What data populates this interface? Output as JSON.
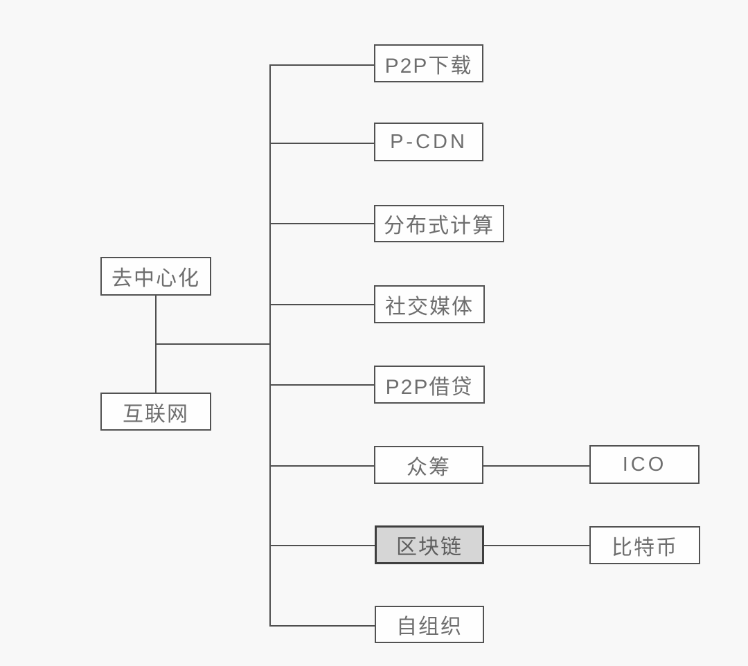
{
  "diagram": {
    "left_nodes": {
      "root": "去中心化",
      "secondary": "互联网"
    },
    "branches": [
      {
        "label": "P2P下载"
      },
      {
        "label": "P-CDN"
      },
      {
        "label": "分布式计算"
      },
      {
        "label": "社交媒体"
      },
      {
        "label": "P2P借贷"
      },
      {
        "label": "众筹",
        "child": {
          "label": "ICO"
        }
      },
      {
        "label": "区块链",
        "highlighted": true,
        "child": {
          "label": "比特币"
        }
      },
      {
        "label": "自组织"
      }
    ],
    "colors": {
      "background": "#f8f8f8",
      "node_fill": "#fefefe",
      "node_border": "#525252",
      "highlight_fill": "#d6d6d6",
      "highlight_border": "#3f3f3f",
      "text": "#6e6e6e",
      "line": "#4f4f4f"
    }
  }
}
